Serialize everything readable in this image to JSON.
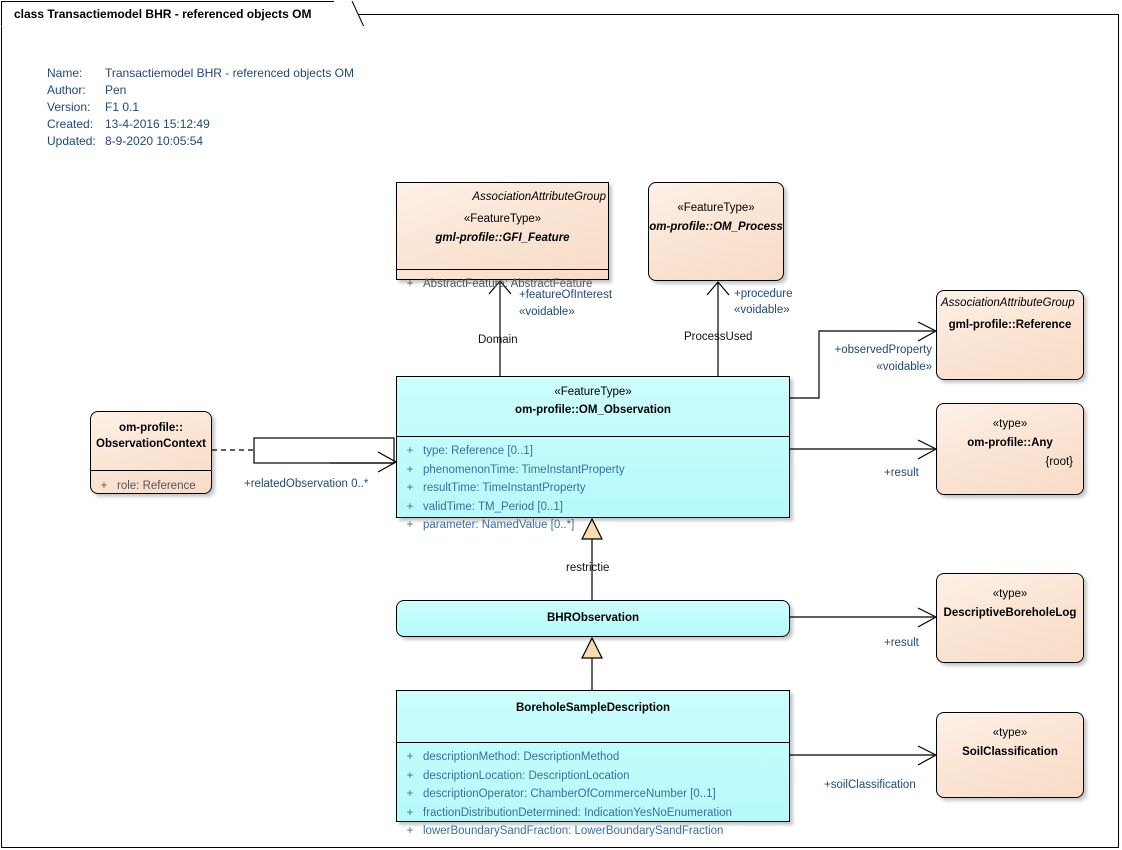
{
  "diagram": {
    "tab_title": "class Transactiemodel BHR - referenced objects OM",
    "meta": {
      "name_key": "Name:",
      "name_val": "Transactiemodel BHR - referenced objects OM",
      "author_key": "Author:",
      "author_val": "Pen",
      "version_key": "Version:",
      "version_val": "F1 0.1",
      "created_key": "Created:",
      "created_val": "13-4-2016 15:12:49",
      "updated_key": "Updated:",
      "updated_val": "8-9-2020 10:05:54"
    },
    "colors": {
      "peach": "#fbe5d5",
      "cyan": "#bffcfc",
      "label_blue": "#23497a",
      "attr_blue": "#3b6ea5",
      "line": "#000000"
    }
  },
  "classes": {
    "gfi_feature": {
      "aag": "AssociationAttributeGroup",
      "stereotype": "«FeatureType»",
      "name": "gml-profile::GFI_Feature",
      "attrs": [
        {
          "vis": "+",
          "text": "AbstractFeature: AbstractFeature"
        }
      ]
    },
    "om_process": {
      "stereotype": "«FeatureType»",
      "name": "om-profile::OM_Process"
    },
    "reference": {
      "aag": "AssociationAttributeGroup",
      "name": "gml-profile::Reference"
    },
    "any": {
      "stereotype": "«type»",
      "name": "om-profile::Any",
      "root": "{root}"
    },
    "observation_context": {
      "name_line1": "om-profile::",
      "name_line2": "ObservationContext",
      "attrs": [
        {
          "vis": "+",
          "text": "role: Reference"
        }
      ]
    },
    "om_observation": {
      "stereotype": "«FeatureType»",
      "name": "om-profile::OM_Observation",
      "attrs": [
        {
          "vis": "+",
          "text": "type: Reference [0..1]"
        },
        {
          "vis": "+",
          "text": "phenomenonTime: TimeInstantProperty"
        },
        {
          "vis": "+",
          "text": "resultTime: TimeInstantProperty"
        },
        {
          "vis": "+",
          "text": "validTime: TM_Period [0..1]"
        },
        {
          "vis": "+",
          "text": "parameter: NamedValue [0..*]"
        }
      ]
    },
    "bhr_observation": {
      "name": "BHRObservation"
    },
    "descriptive_borehole_log": {
      "stereotype": "«type»",
      "name": "DescriptiveBoreholeLog"
    },
    "soil_classification": {
      "stereotype": "«type»",
      "name": "SoilClassification"
    },
    "borehole_sample_description": {
      "name": "BoreholeSampleDescription",
      "attrs": [
        {
          "vis": "+",
          "text": "descriptionMethod: DescriptionMethod"
        },
        {
          "vis": "+",
          "text": "descriptionLocation: DescriptionLocation"
        },
        {
          "vis": "+",
          "text": "descriptionOperator: ChamberOfCommerceNumber [0..1]"
        },
        {
          "vis": "+",
          "text": "fractionDistributionDetermined: IndicationYesNoEnumeration"
        },
        {
          "vis": "+",
          "text": "lowerBoundarySandFraction: LowerBoundarySandFraction"
        }
      ]
    }
  },
  "connectors": {
    "feature_of_interest": {
      "role": "+featureOfInterest",
      "stereotype": "«voidable»",
      "name": "Domain"
    },
    "procedure": {
      "role": "+procedure",
      "stereotype": "«voidable»",
      "name": "ProcessUsed"
    },
    "observed_property": {
      "role": "+observedProperty",
      "stereotype": "«voidable»"
    },
    "result_any": {
      "role": "+result"
    },
    "related_observation": {
      "role": "+relatedObservation 0..*"
    },
    "restrictie": {
      "name": "restrictie"
    },
    "result_log": {
      "role": "+result"
    },
    "soil_classification": {
      "role": "+soilClassification"
    }
  }
}
